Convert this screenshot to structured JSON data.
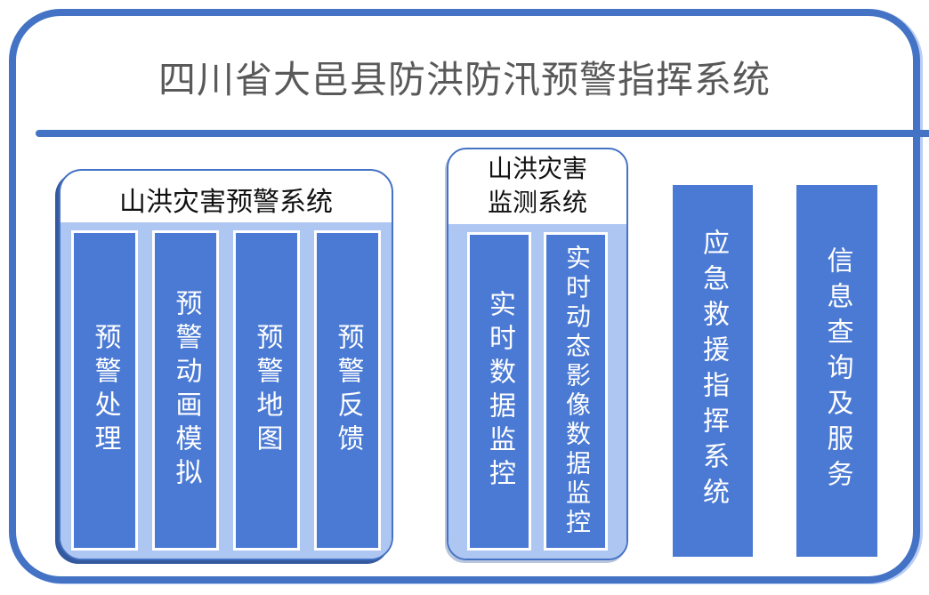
{
  "page_title": "四川省大邑县防洪防汛预警指挥系统",
  "groups": [
    {
      "title": "山洪灾害预警系统",
      "items": [
        "预警处理",
        "预警动画模拟",
        "预警地图",
        "预警反馈"
      ]
    },
    {
      "title_lines": [
        "山洪灾害",
        "监测系统"
      ],
      "items": [
        "实时数据监控",
        "实时动态影像数据监控"
      ]
    }
  ],
  "standalone_items": [
    "应急救援指挥系统",
    "信息查询及服务"
  ],
  "colors": {
    "accent": "#4472C4",
    "bar_fill": "#4B7AD4",
    "group_fill": "#AEC6F2",
    "shadow": "#35599F",
    "title_text": "#595959",
    "bar_text": "#FFFFFF",
    "group_title_text": "#111111"
  }
}
